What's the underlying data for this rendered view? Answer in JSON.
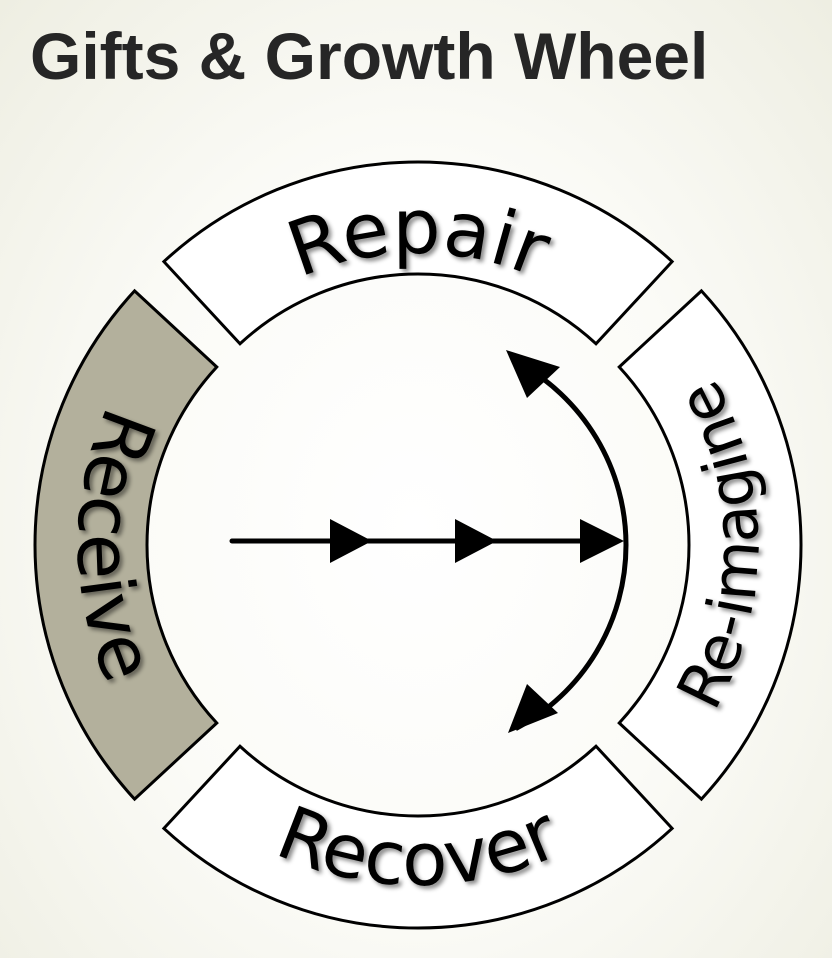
{
  "title": "Gifts & Growth Wheel",
  "segments": [
    {
      "label": "Repair",
      "fill": "#ffffff"
    },
    {
      "label": "Re-imagine",
      "fill": "#ffffff"
    },
    {
      "label": "Recover",
      "fill": "#ffffff"
    },
    {
      "label": "Receive",
      "fill": "#b3b09c"
    }
  ],
  "colors": {
    "stroke": "#000000",
    "title": "#262626"
  }
}
